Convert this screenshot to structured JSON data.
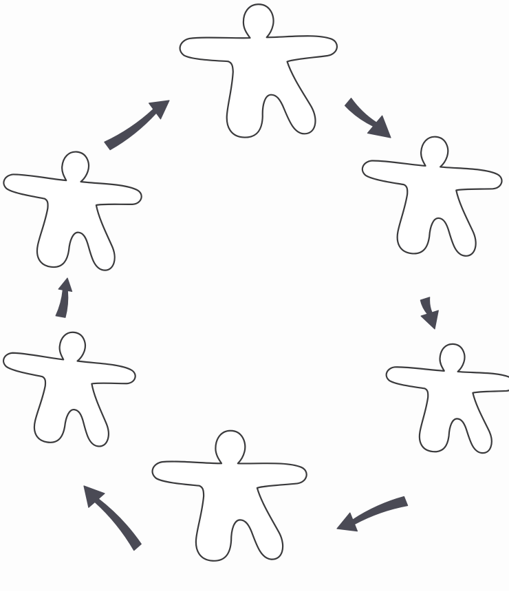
{
  "diagram": {
    "figure_count": 6,
    "arrow_count": 6,
    "cycle_direction": "clockwise",
    "figures": [
      {
        "id": "top",
        "icon": "person-outline-icon"
      },
      {
        "id": "upper-right",
        "icon": "person-outline-icon"
      },
      {
        "id": "lower-right",
        "icon": "person-outline-icon"
      },
      {
        "id": "bottom",
        "icon": "person-outline-icon"
      },
      {
        "id": "lower-left",
        "icon": "person-outline-icon"
      },
      {
        "id": "upper-left",
        "icon": "person-outline-icon"
      }
    ],
    "arrows": [
      {
        "from": "top",
        "to": "upper-right",
        "icon": "arrow-icon"
      },
      {
        "from": "upper-right",
        "to": "lower-right",
        "icon": "arrow-icon"
      },
      {
        "from": "lower-right",
        "to": "bottom",
        "icon": "arrow-icon"
      },
      {
        "from": "bottom",
        "to": "lower-left",
        "icon": "arrow-icon"
      },
      {
        "from": "lower-left",
        "to": "upper-left",
        "icon": "arrow-icon"
      },
      {
        "from": "upper-left",
        "to": "top",
        "icon": "arrow-icon"
      }
    ],
    "colors": {
      "outline": "#3a3a3c",
      "arrow_fill": "#4a4a55",
      "paper": "#fdfdfd"
    }
  }
}
